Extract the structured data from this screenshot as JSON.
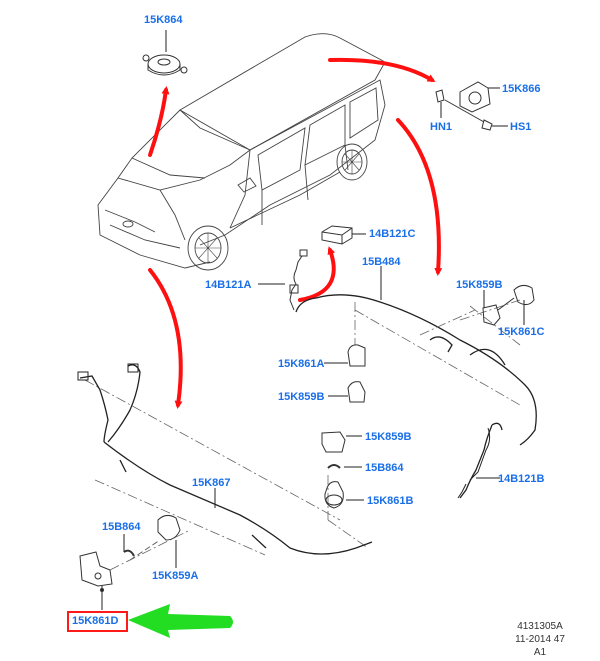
{
  "diagram": {
    "title": "Parking aid system components",
    "vehicle": "MPV vehicle outline",
    "colors": {
      "label": "#1a6fe8",
      "leader": "#222222",
      "callout_arrow": "#ff1010",
      "highlight_box": "#ff1a1a",
      "pointer_arrow": "#22dd22",
      "line_art": "#333333"
    },
    "labels": {
      "15K864": "15K864",
      "15K866": "15K866",
      "HN1": "HN1",
      "HS1": "HS1",
      "14B121C": "14B121C",
      "14B121A": "14B121A",
      "15B484": "15B484",
      "15K859B_right": "15K859B",
      "15K861C": "15K861C",
      "15K861A": "15K861A",
      "15K859B_mid": "15K859B",
      "15K859B_lower": "15K859B",
      "15B864_mid": "15B864",
      "15K861B": "15K861B",
      "14B121B": "14B121B",
      "15K867": "15K867",
      "15B864_left": "15B864",
      "15K859A": "15K859A",
      "15K861D": "15K861D"
    },
    "highlighted_part": "15K861D",
    "footer": {
      "ref": "4131305A",
      "date": "11-2014 47",
      "rev": "A1"
    }
  }
}
